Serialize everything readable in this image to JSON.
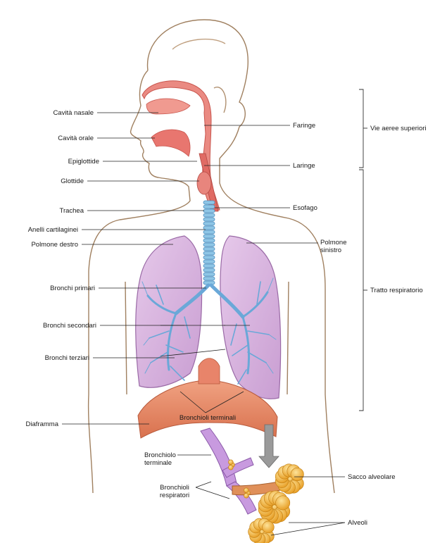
{
  "labels": {
    "cavita_nasale": "Cavità nasale",
    "cavita_orale": "Cavità orale",
    "epiglottide": "Epiglottide",
    "glottide": "Glottide",
    "trachea": "Trachea",
    "anelli_cartilaginei": "Anelli cartilaginei",
    "polmone_destro": "Polmone destro",
    "bronchi_primari": "Bronchi primari",
    "bronchi_secondari": "Bronchi secondari",
    "bronchi_terziari": "Bronchi terziari",
    "diaframma": "Diaframma",
    "faringe": "Faringe",
    "laringe": "Laringe",
    "esofago": "Esofago",
    "polmone_sinistro": "Polmone\nsinistro",
    "bronchioli_terminali": "Bronchioli terminali",
    "bronchiolo_terminale": "Bronchiolo\nterminale",
    "bronchioli_respiratori": "Bronchioli\nrespiratori",
    "sacco_alveolare": "Sacco alveolare",
    "alveoli": "Alveoli"
  },
  "groups": {
    "vie_aeree_superiori": "Vie aeree superiori",
    "tratto_respiratorio": "Tratto respiratorio"
  },
  "colors": {
    "outline": "#9a7a5e",
    "airway_red": "#e8766f",
    "trachea_blue": "#8fc6e6",
    "lung_purple": "#d9b6de",
    "bronchi_blue": "#6aa8d8",
    "diaphragm": "#e88a6a",
    "alveoli_orange": "#f0b43a"
  }
}
